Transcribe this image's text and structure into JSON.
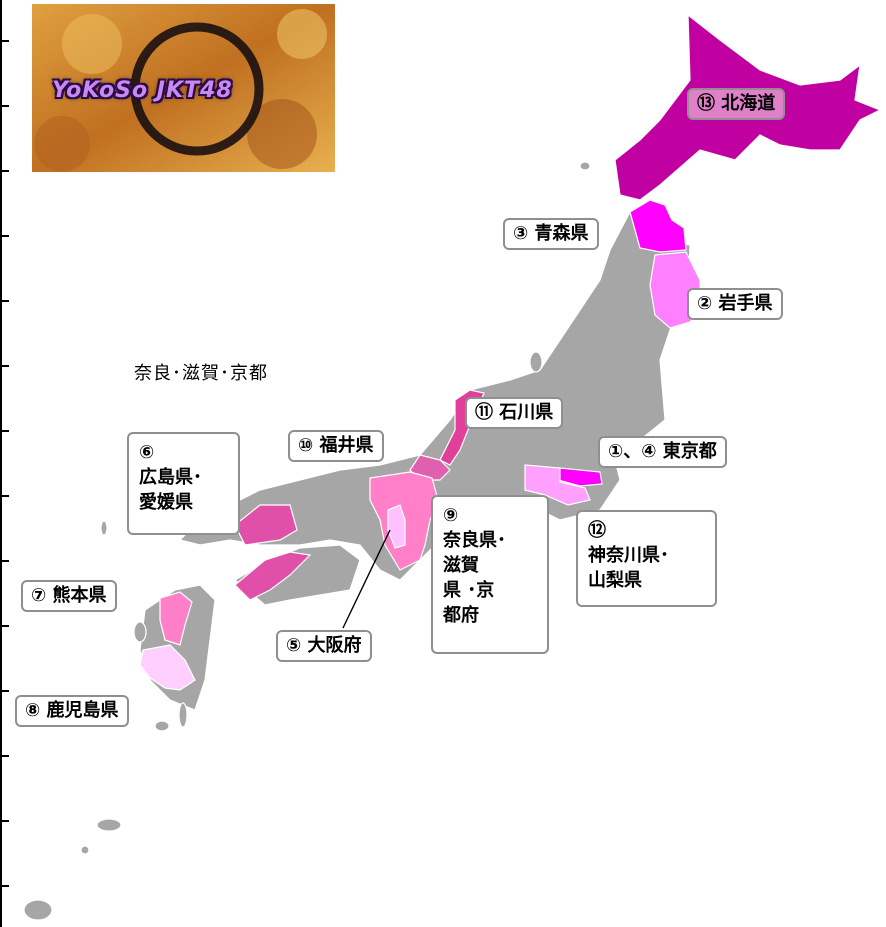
{
  "logo": {
    "text": "YoKoSo JKT48"
  },
  "caption": "奈良･滋賀･京都",
  "labels": {
    "hokkaido": "⑬ 北海道",
    "aomori": "③ 青森県",
    "iwate": "② 岩手県",
    "ishikawa": "⑪ 石川県",
    "tokyo": "①、④ 東京都",
    "fukui": "⑩ 福井県",
    "kumamoto": "⑦ 熊本県",
    "osaka": "⑤ 大阪府",
    "kagoshima": "⑧ 鹿児島県",
    "hiroshima": {
      "l1": "⑥",
      "l2": "広島県･",
      "l3": "愛媛県"
    },
    "nara": {
      "l1": "⑨",
      "l2": "奈良県･",
      "l3": "滋賀",
      "l4": "県 ･京",
      "l5": "都府"
    },
    "kanagawa": {
      "l1": "⑫",
      "l2": "神奈川県･",
      "l3": "山梨県"
    }
  },
  "colors": {
    "land": "#a6a6a6",
    "hokkaido": "#c000a0",
    "aomori": "#ff00ff",
    "iwate": "#ff80ff",
    "ishikawa": "#e0409a",
    "fukui": "#e060b0",
    "tokyo": "#ff00ff",
    "kanagawa": "#ffa0ff",
    "kinki": "#ff80c8",
    "osaka": "#ffc0ff",
    "chugoku": "#e050a8",
    "kumamoto": "#ff80c8",
    "kagoshima": "#ffd0ff",
    "label_highlight": "#e080c8",
    "label_border": "#8f8f8f"
  }
}
